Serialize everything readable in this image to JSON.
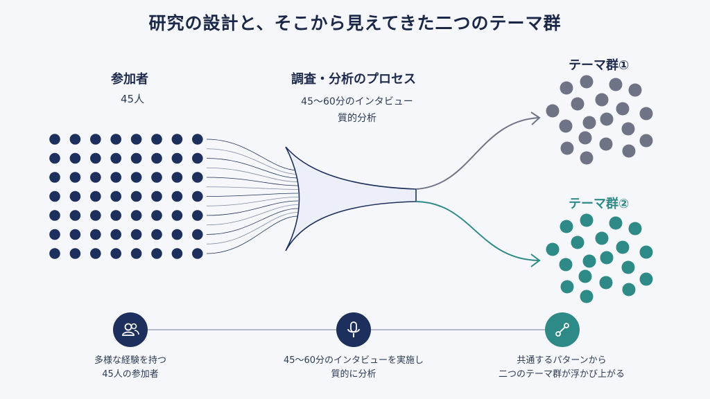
{
  "title": "研究の設計と、そこから見えてきた二つのテーマ群",
  "participants": {
    "heading": "参加者",
    "count_label": "45人"
  },
  "process": {
    "heading": "調査・分析のプロセス",
    "line1": "45〜60分のインタビュー",
    "line2": "質的分析"
  },
  "theme1": {
    "label": "テーマ群①",
    "color": "#6f7386"
  },
  "theme2": {
    "label": "テーマ群②",
    "color": "#2e8a86"
  },
  "colors": {
    "navy": "#1d2f5c",
    "line": "#8a93a6"
  },
  "steps": [
    {
      "icon": "people-icon",
      "line1": "多様な経験を持つ",
      "line2": "45人の参加者"
    },
    {
      "icon": "microphone-icon",
      "line1": "45〜60分のインタビューを実施し",
      "line2": "質的に分析"
    },
    {
      "icon": "network-icon",
      "line1": "共通するパターンから",
      "line2": "二つのテーマ群が浮かび上がる"
    }
  ]
}
